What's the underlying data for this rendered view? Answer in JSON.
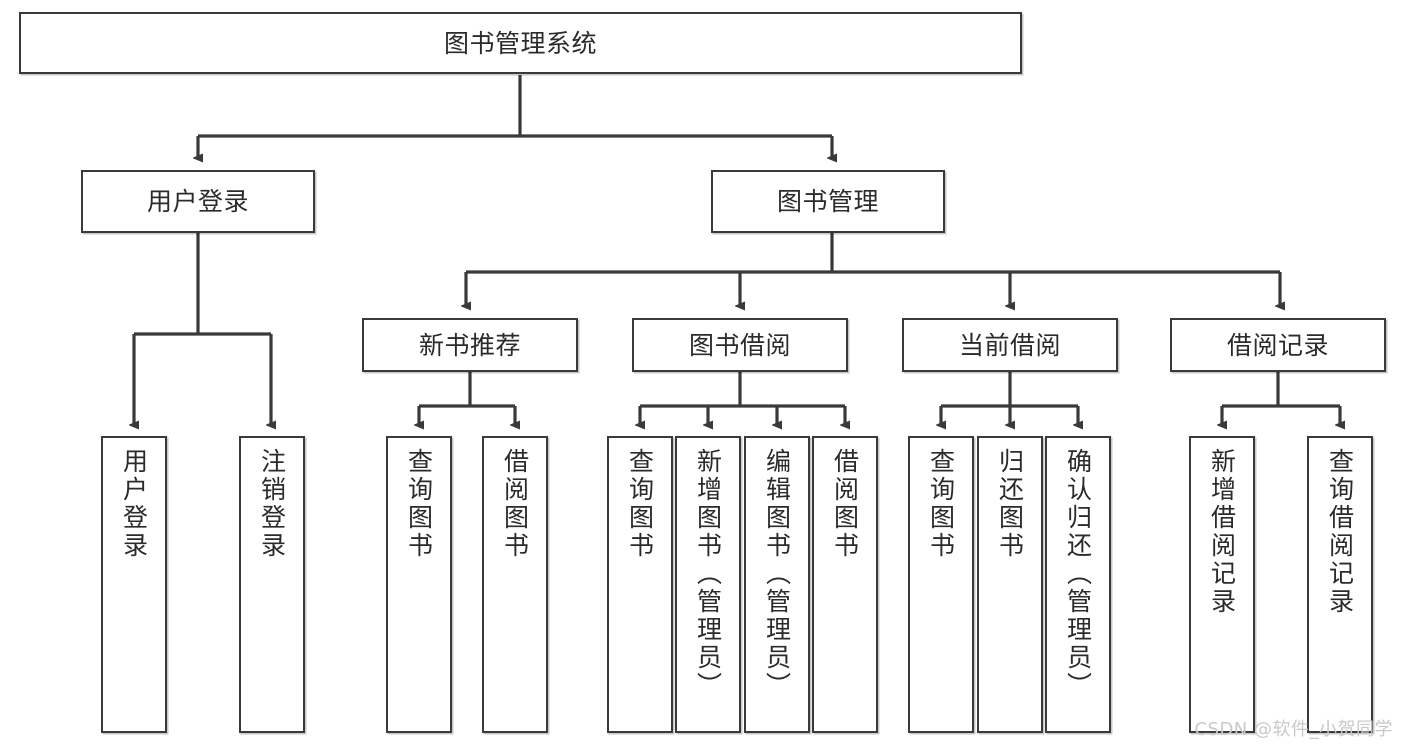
{
  "diagram": {
    "title": "图书管理系统",
    "type": "tree-hierarchy",
    "levels": {
      "root": {
        "label": "图书管理系统"
      },
      "level2": [
        {
          "label": "用户登录"
        },
        {
          "label": "图书管理"
        }
      ],
      "level3": [
        {
          "label": "新书推荐"
        },
        {
          "label": "图书借阅"
        },
        {
          "label": "当前借阅"
        },
        {
          "label": "借阅记录"
        }
      ],
      "leaves": {
        "user_login": [
          {
            "label": "用户登录"
          },
          {
            "label": "注销登录"
          }
        ],
        "new_book_recommend": [
          {
            "label": "查询图书"
          },
          {
            "label": "借阅图书"
          }
        ],
        "book_borrow": [
          {
            "label": "查询图书"
          },
          {
            "label": "新增图书（管理员）"
          },
          {
            "label": "编辑图书（管理员）"
          },
          {
            "label": "借阅图书"
          }
        ],
        "current_borrow": [
          {
            "label": "查询图书"
          },
          {
            "label": "归还图书"
          },
          {
            "label": "确认归还（管理员）"
          }
        ],
        "borrow_record": [
          {
            "label": "新增借阅记录"
          },
          {
            "label": "查询借阅记录"
          }
        ]
      }
    },
    "colors": {
      "border": "#3a3a3a",
      "text": "#2b2b2b",
      "background": "#ffffff",
      "watermark": "#c9c9c9"
    }
  },
  "watermark": {
    "text": "CSDN @软件_小贺同学"
  }
}
